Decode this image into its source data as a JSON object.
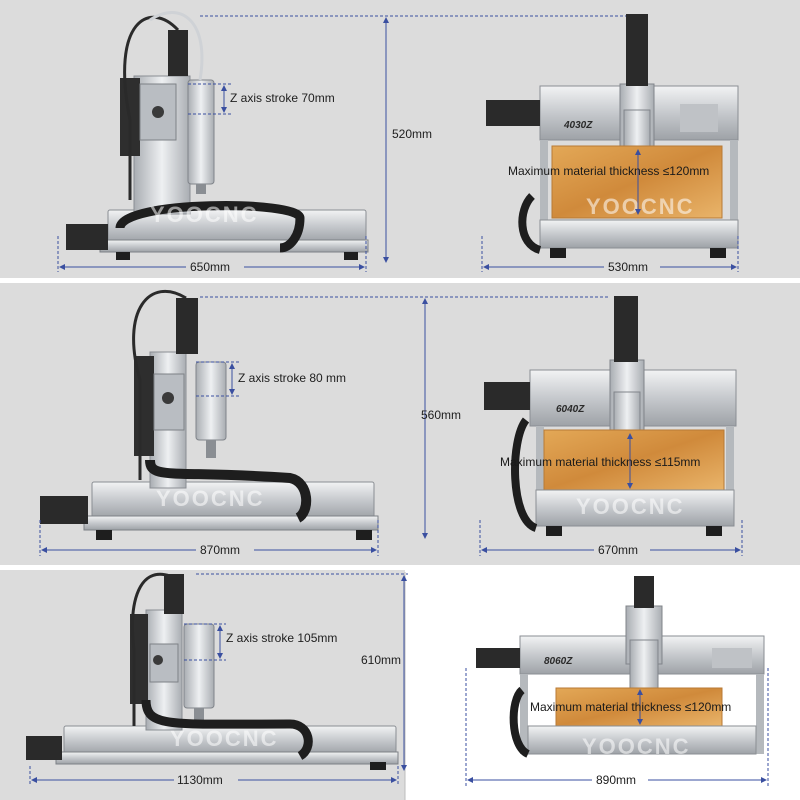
{
  "brand_watermark": "YOOCNC",
  "panels": [
    {
      "model": "4030Z",
      "height": "520mm",
      "side_length": "650mm",
      "front_width": "530mm",
      "z_stroke": "Z axis stroke 70mm",
      "material_thickness": "Maximum material thickness ≤120mm"
    },
    {
      "model": "6040Z",
      "height": "560mm",
      "side_length": "870mm",
      "front_width": "670mm",
      "z_stroke": "Z axis stroke 80 mm",
      "material_thickness": "Maximum material thickness ≤115mm"
    },
    {
      "model": "8060Z",
      "height": "610mm",
      "side_length": "1130mm",
      "front_width": "890mm",
      "z_stroke": "Z axis stroke 105mm",
      "material_thickness": "Maximum material thickness ≤120mm"
    }
  ],
  "colors": {
    "panel_bg": "#dcdcdc",
    "aluminum": "#c9ccd0",
    "wood": "#d89a4a",
    "dimension_line": "#3a4fa0",
    "cable": "#222222"
  }
}
